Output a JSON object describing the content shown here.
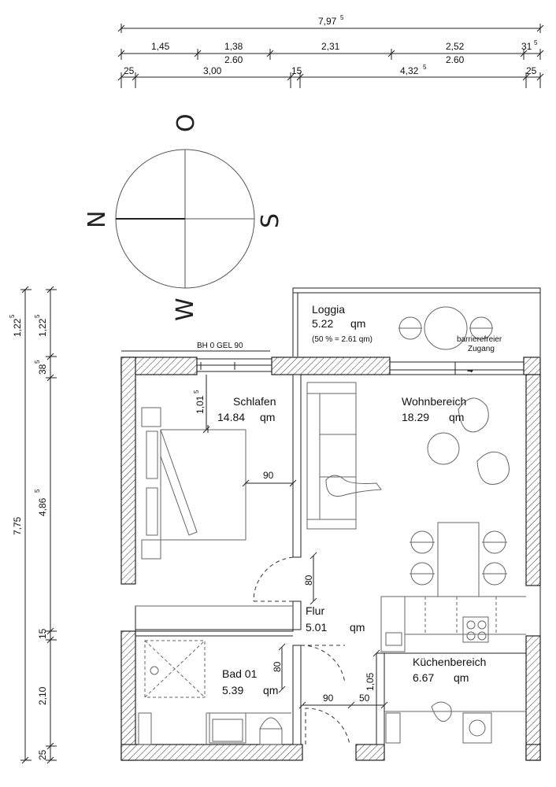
{
  "dimensions": {
    "top_total": "7,97",
    "top_total_sup": "5",
    "top_row1": [
      "1,45",
      "1,38",
      "2,31",
      "2,52",
      "31"
    ],
    "top_row1_last_sup": "5",
    "top_row1_sub": [
      "2.60",
      "2.60"
    ],
    "top_row2": [
      "25",
      "3,00",
      "15",
      "4,32",
      "25"
    ],
    "top_row2_sup": "5",
    "left_outer_total": "7,75",
    "left_segments": [
      "1,22",
      "38",
      "4,86",
      "15",
      "2,10",
      "25"
    ],
    "left_segment_sups": [
      "5",
      "5",
      "5"
    ],
    "left_inner": "1,22",
    "left_inner_sup": "5"
  },
  "compass": {
    "north": "N",
    "east": "O",
    "south": "S",
    "west": "W"
  },
  "labels": {
    "bh": "BH 0   GEL 90",
    "access_line1": "barrierefreier",
    "access_line2": "Zugang"
  },
  "rooms": {
    "loggia": {
      "name": "Loggia",
      "area": "5.22",
      "unit": "qm",
      "note": "(50 % = 2.61 qm)"
    },
    "schlafen": {
      "name": "Schlafen",
      "area": "14.84",
      "unit": "qm"
    },
    "wohnbereich": {
      "name": "Wohnbereich",
      "area": "18.29",
      "unit": "qm"
    },
    "flur": {
      "name": "Flur",
      "area": "5.01",
      "unit": "qm"
    },
    "bad": {
      "name": "Bad 01",
      "area": "5.39",
      "unit": "qm"
    },
    "kueche": {
      "name": "Küchenbereich",
      "area": "6.67",
      "unit": "qm"
    }
  },
  "inner_dims": {
    "schlafen_bed_clearance": "1,01",
    "schlafen_bed_clearance_sup": "5",
    "schlafen_aisle": "90",
    "flur_door_80": "80",
    "bad_door_80": "80",
    "flur_90": "90",
    "flur_50": "50",
    "kitchen_105": "1,05"
  },
  "colors": {
    "line": "#222222",
    "hatch": "#333333",
    "light": "#888888"
  }
}
